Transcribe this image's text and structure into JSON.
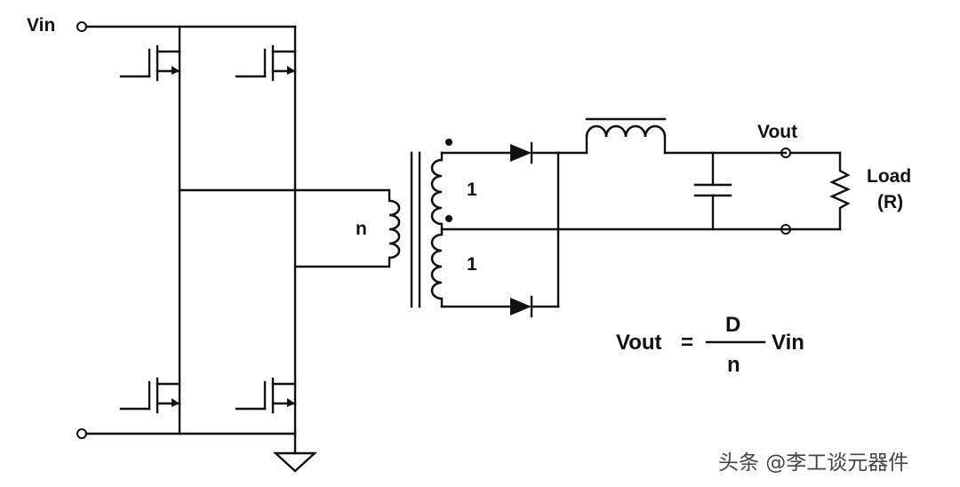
{
  "labels": {
    "vin": "Vin",
    "vout": "Vout",
    "load": "Load",
    "load_r": "(R)",
    "turns_primary": "n",
    "turns_secondary_top": "1",
    "turns_secondary_bottom": "1"
  },
  "formula": {
    "lhs": "Vout",
    "equals": "=",
    "numerator": "D",
    "denominator": "n",
    "rhs": "Vin"
  },
  "watermark": "头条 @李工谈元器件"
}
